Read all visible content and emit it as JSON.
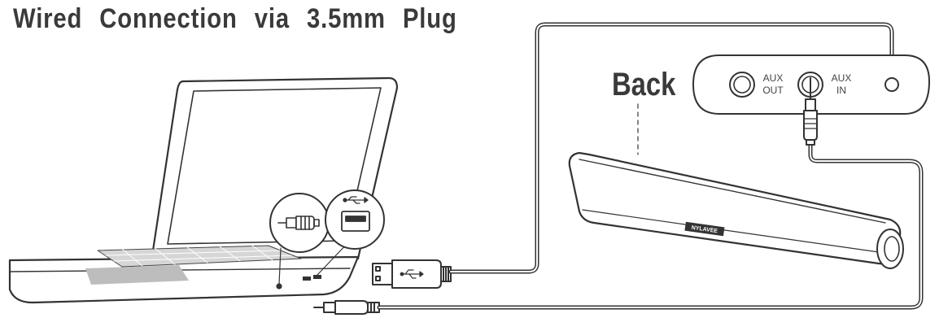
{
  "title": "Wired  Connection  via  3.5mm  Plug",
  "back_panel": {
    "label": "Back",
    "aux_out_line1": "AUX",
    "aux_out_line2": "OUT",
    "aux_in_line1": "AUX",
    "aux_in_line2": "IN"
  },
  "soundbar": {
    "brand": "NYLAVEE"
  },
  "icons": {
    "usb": "usb-symbol-icon",
    "headphone_jack": "headphone-jack-icon"
  },
  "colors": {
    "line": "#333333",
    "title": "#3a3a3a",
    "trackpad": "#bdbdbd"
  }
}
